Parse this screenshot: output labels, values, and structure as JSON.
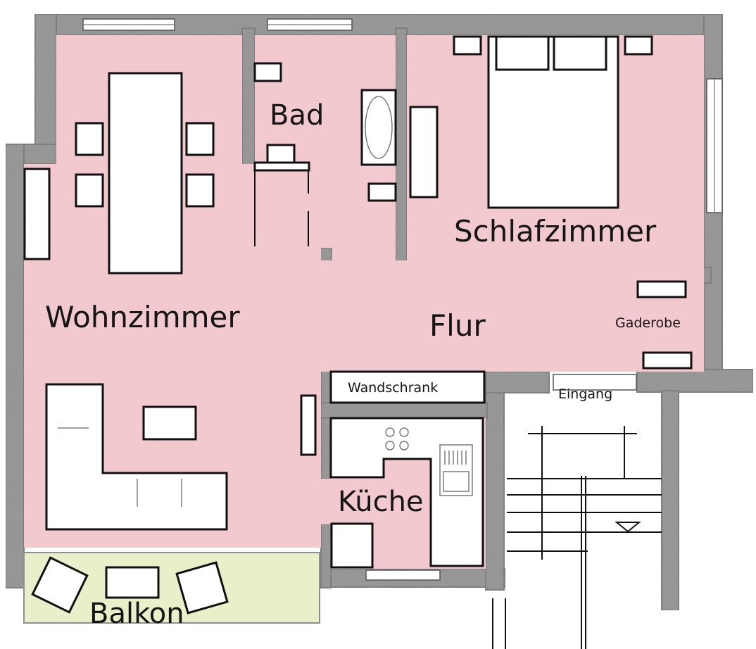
{
  "rooms": {
    "wohnzimmer": "Wohnzimmer",
    "bad": "Bad",
    "schlafzimmer": "Schlafzimmer",
    "flur": "Flur",
    "gaderobe": "Gaderobe",
    "wandschrank": "Wandschrank",
    "eingang": "Eingang",
    "kueche": "Küche",
    "balkon": "Balkon"
  },
  "colors": {
    "room_fill": "#f1c9cf",
    "balcony_fill": "#e8efc9",
    "wall": "#8f8f8f",
    "furniture": "#ffffff"
  }
}
